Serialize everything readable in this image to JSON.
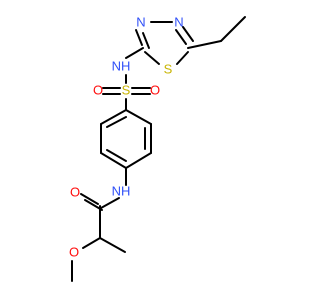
{
  "colors": {
    "bond": "#000000",
    "nitrogen": "#3050f8",
    "oxygen": "#ff0d0d",
    "sulfur": "#c8b400",
    "background": "#ffffff"
  },
  "labels": {
    "thiadiazole_n3": "N",
    "thiadiazole_n4": "N",
    "thiadiazole_s": "S",
    "sulfonamide_nh": "NH",
    "sulfonyl_s": "S",
    "sulfonyl_o_left": "O",
    "sulfonyl_o_right": "O",
    "amide_nh": "NH",
    "carbonyl_o": "O",
    "methoxy_o": "O"
  }
}
